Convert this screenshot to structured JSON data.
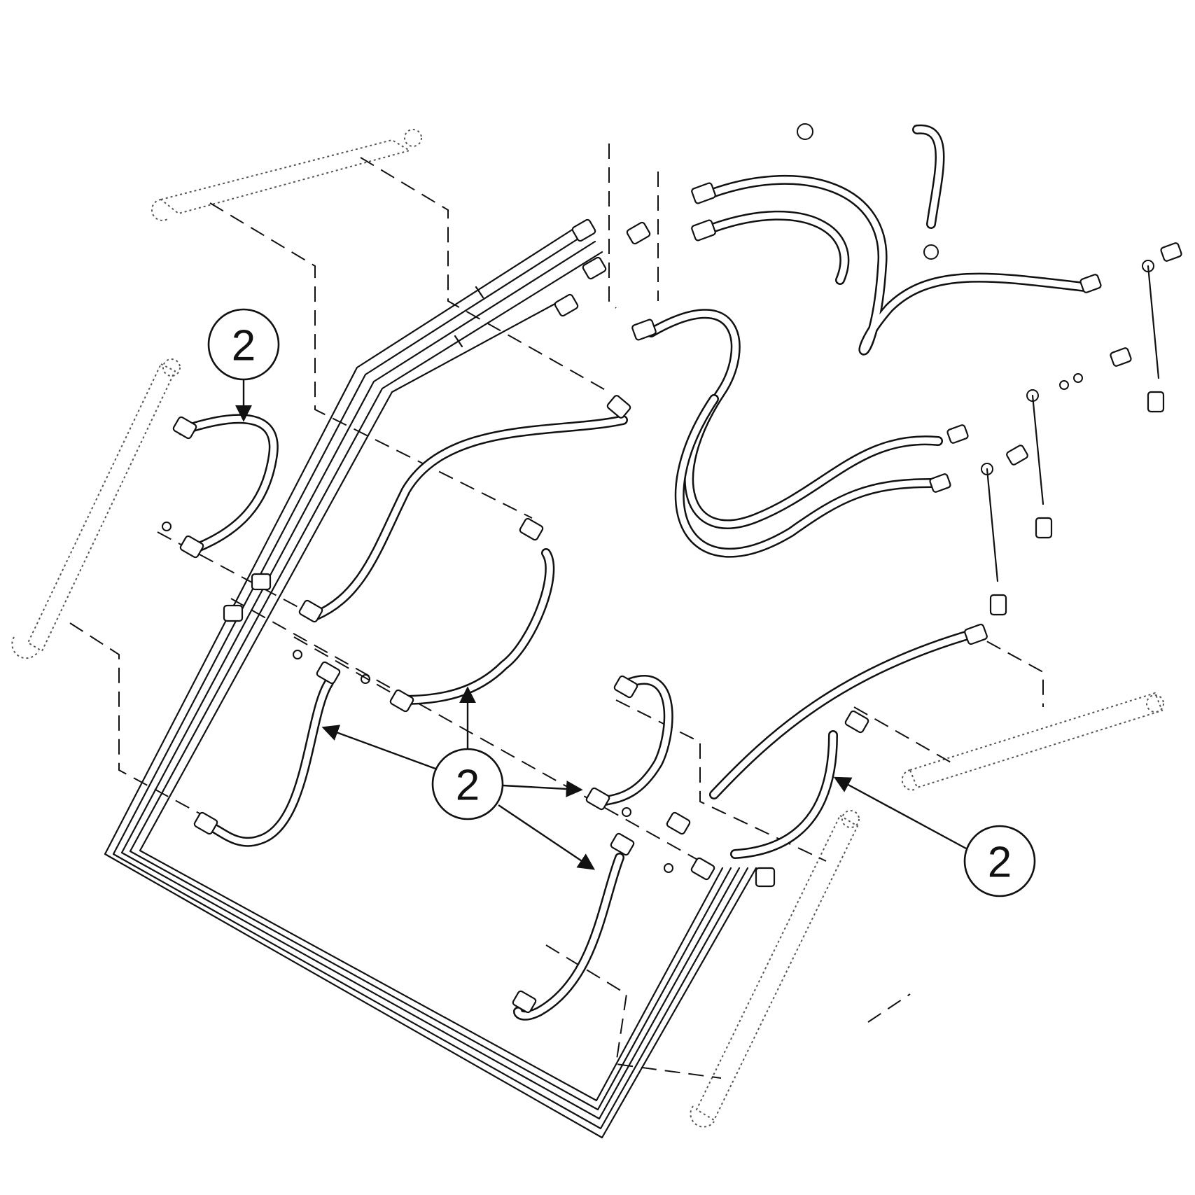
{
  "diagram": {
    "callouts": [
      {
        "id": "c1",
        "label": "2"
      },
      {
        "id": "c2",
        "label": "2"
      },
      {
        "id": "c3",
        "label": "2"
      }
    ]
  }
}
